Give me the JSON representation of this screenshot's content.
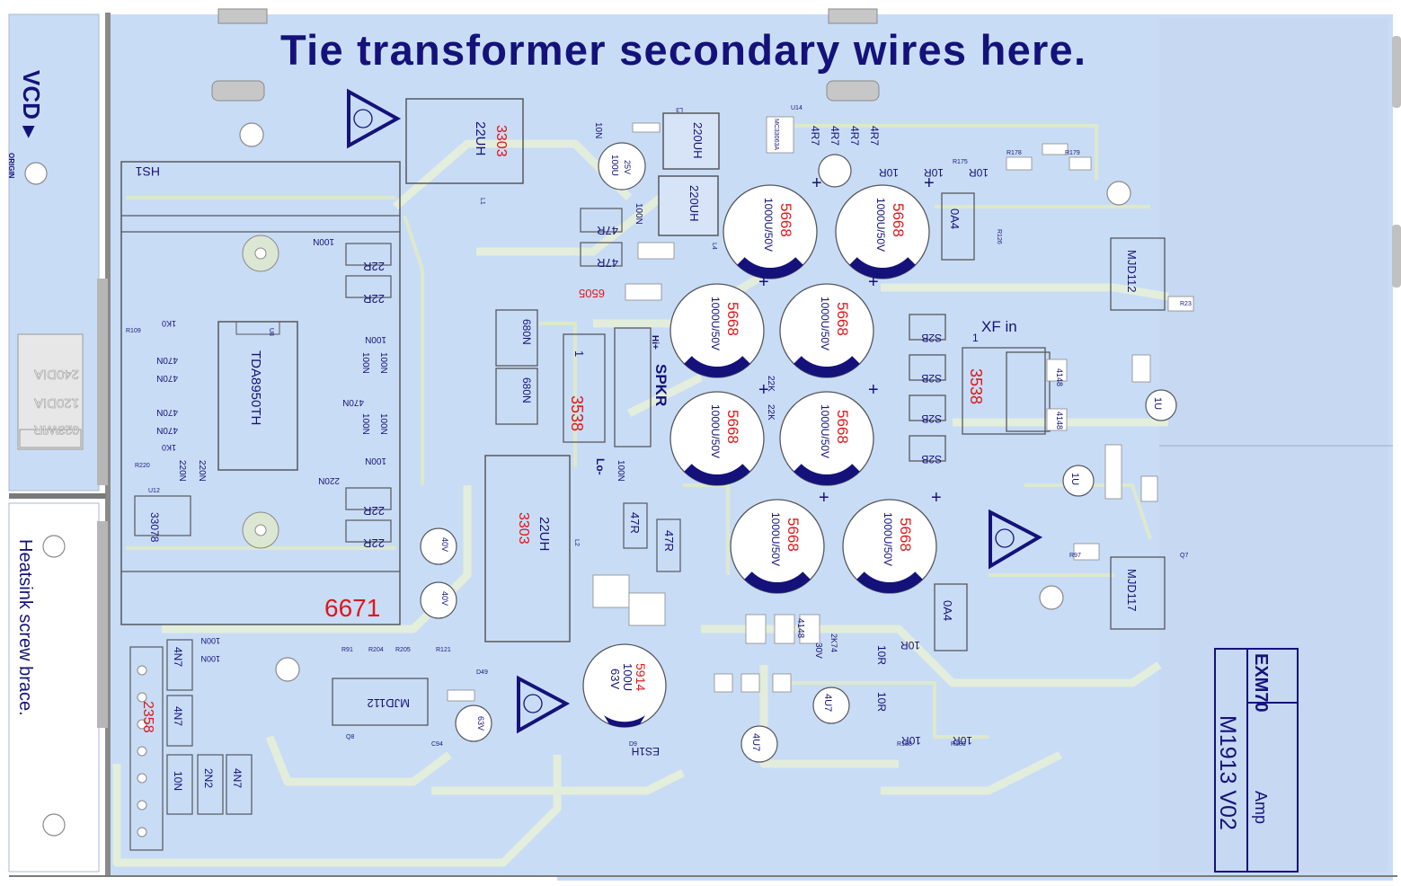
{
  "board": {
    "heading": "Tie transformer secondary wires here.",
    "vcd_label": "VCD",
    "vcd_arrow": "▶",
    "origin_label": "ORIGIN",
    "heatsink_note": "Heatsink screw brace.",
    "hs1_label": "HS1",
    "ic_u8": "TDA8950TH",
    "ic_u12": "33078",
    "ic_u14": "MC33063A",
    "speaker_label": "SPKR",
    "hi_label": "Hi+",
    "lo_label": "Lo-",
    "xf_in_label": "XF in",
    "xf_pin": "1",
    "spkr_pin": "1",
    "model_name": "EXM70",
    "amp_label": "Amp",
    "model_number": "M1913 V02",
    "voltage_labels": [
      "240DIA",
      "120DIA",
      "023WIR"
    ],
    "red_codes": {
      "l1": "3303",
      "l2": "3303",
      "cap_group": "5668",
      "cap_c90": "5914",
      "spkr_conn": "3538",
      "xf_conn": "3538",
      "w1": "6505",
      "heatsink": "6671",
      "connector_left": "2358"
    },
    "components": {
      "inductor_22uh": "22UH",
      "inductor_220uh": "220UH",
      "cap_1000u": "1000U/50V",
      "res_47r": "47R",
      "res_22r": "22R",
      "cap_680n": "680N",
      "cap_100n": "100N",
      "cap_470n": "470N",
      "cap_220n": "220N",
      "cap_10n": "10N",
      "cap_4n7": "4N7",
      "cap_2n2": "2N2",
      "cap_4u7": "4U7",
      "cap_1u": "1U",
      "diode_s2b": "S2B",
      "fuse_0a4": "0A4",
      "mjd112": "MJD112",
      "mjd117": "MJD117",
      "res_4r7": "4R7",
      "res_10r": "10R",
      "es1h": "ES1H",
      "res_1k0": "1K0",
      "res_2k74": "2K74",
      "zener_30v": "30V",
      "diode_4148": "4148",
      "cap_100u": "100U",
      "cap_63v": "63V",
      "cap_25v": "25V",
      "cap_40v": "40V",
      "cap_22k": "22K"
    },
    "colors": {
      "board_fill": "#c9dcf5",
      "trace": "#e6efd9",
      "dark_blue": "#1a1a7a",
      "navy": "#0d1080",
      "red": "#e0161a",
      "outline": "#55585e"
    }
  }
}
